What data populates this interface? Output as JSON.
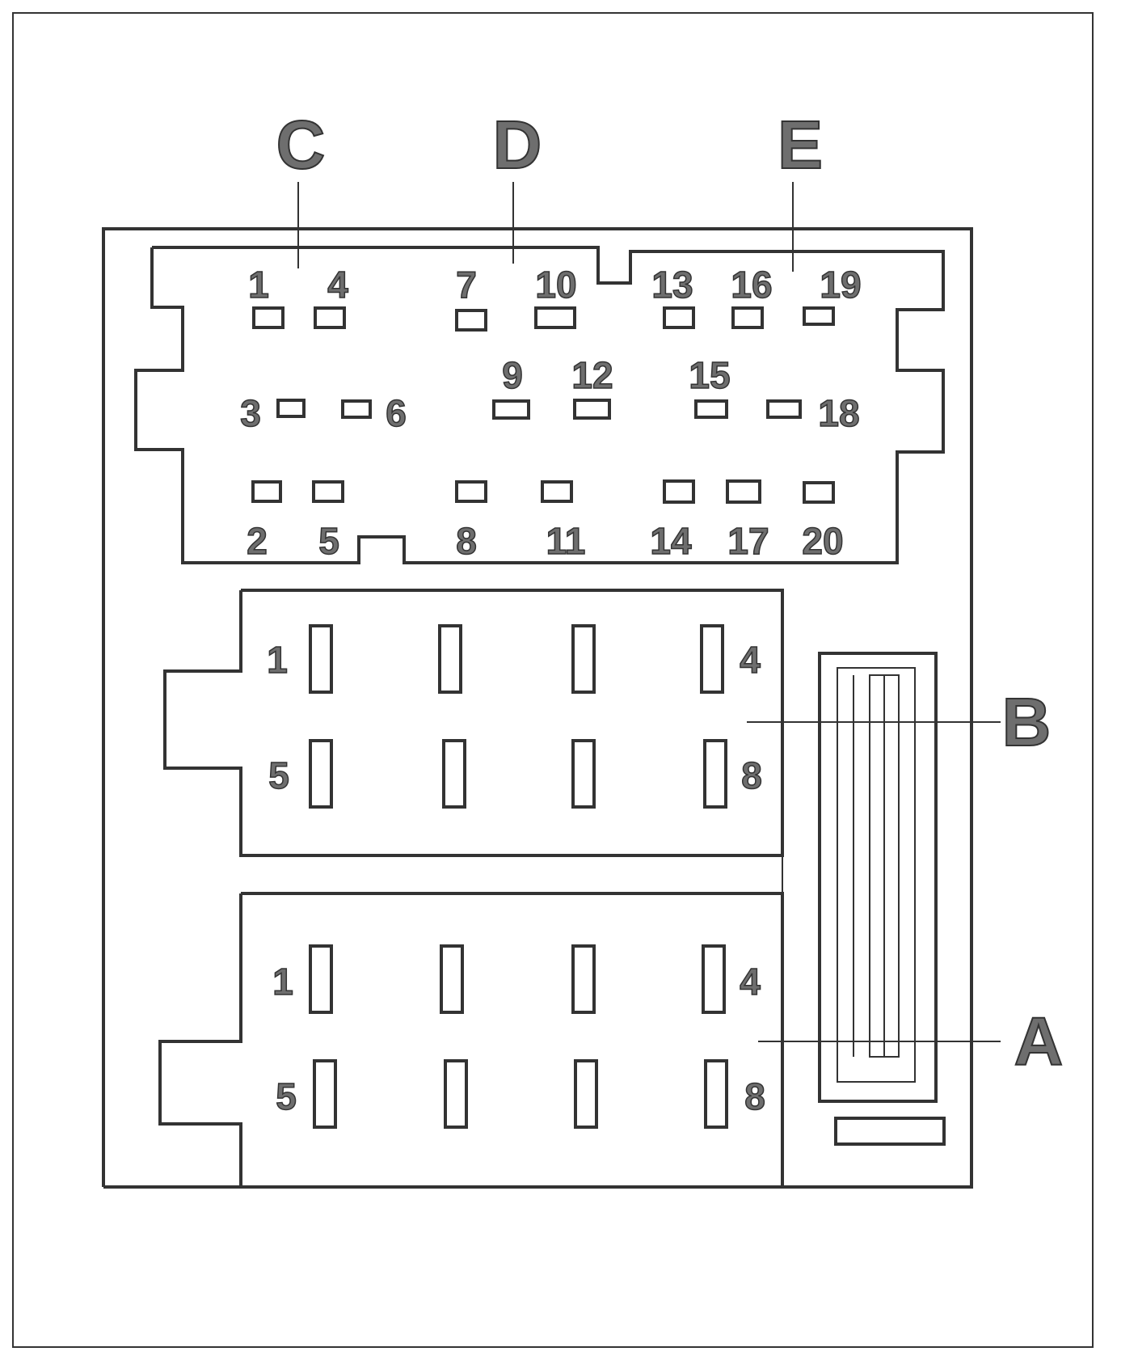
{
  "section_labels": {
    "c": "C",
    "d": "D",
    "e": "E",
    "b": "B",
    "a": "A"
  },
  "top_connector": {
    "pins": [
      "1",
      "2",
      "3",
      "4",
      "5",
      "6",
      "7",
      "8",
      "9",
      "10",
      "11",
      "12",
      "13",
      "14",
      "15",
      "16",
      "17",
      "18",
      "19",
      "20"
    ]
  },
  "connector_b": {
    "pins": [
      "1",
      "4",
      "5",
      "8"
    ]
  },
  "connector_a": {
    "pins": [
      "1",
      "4",
      "5",
      "8"
    ]
  }
}
